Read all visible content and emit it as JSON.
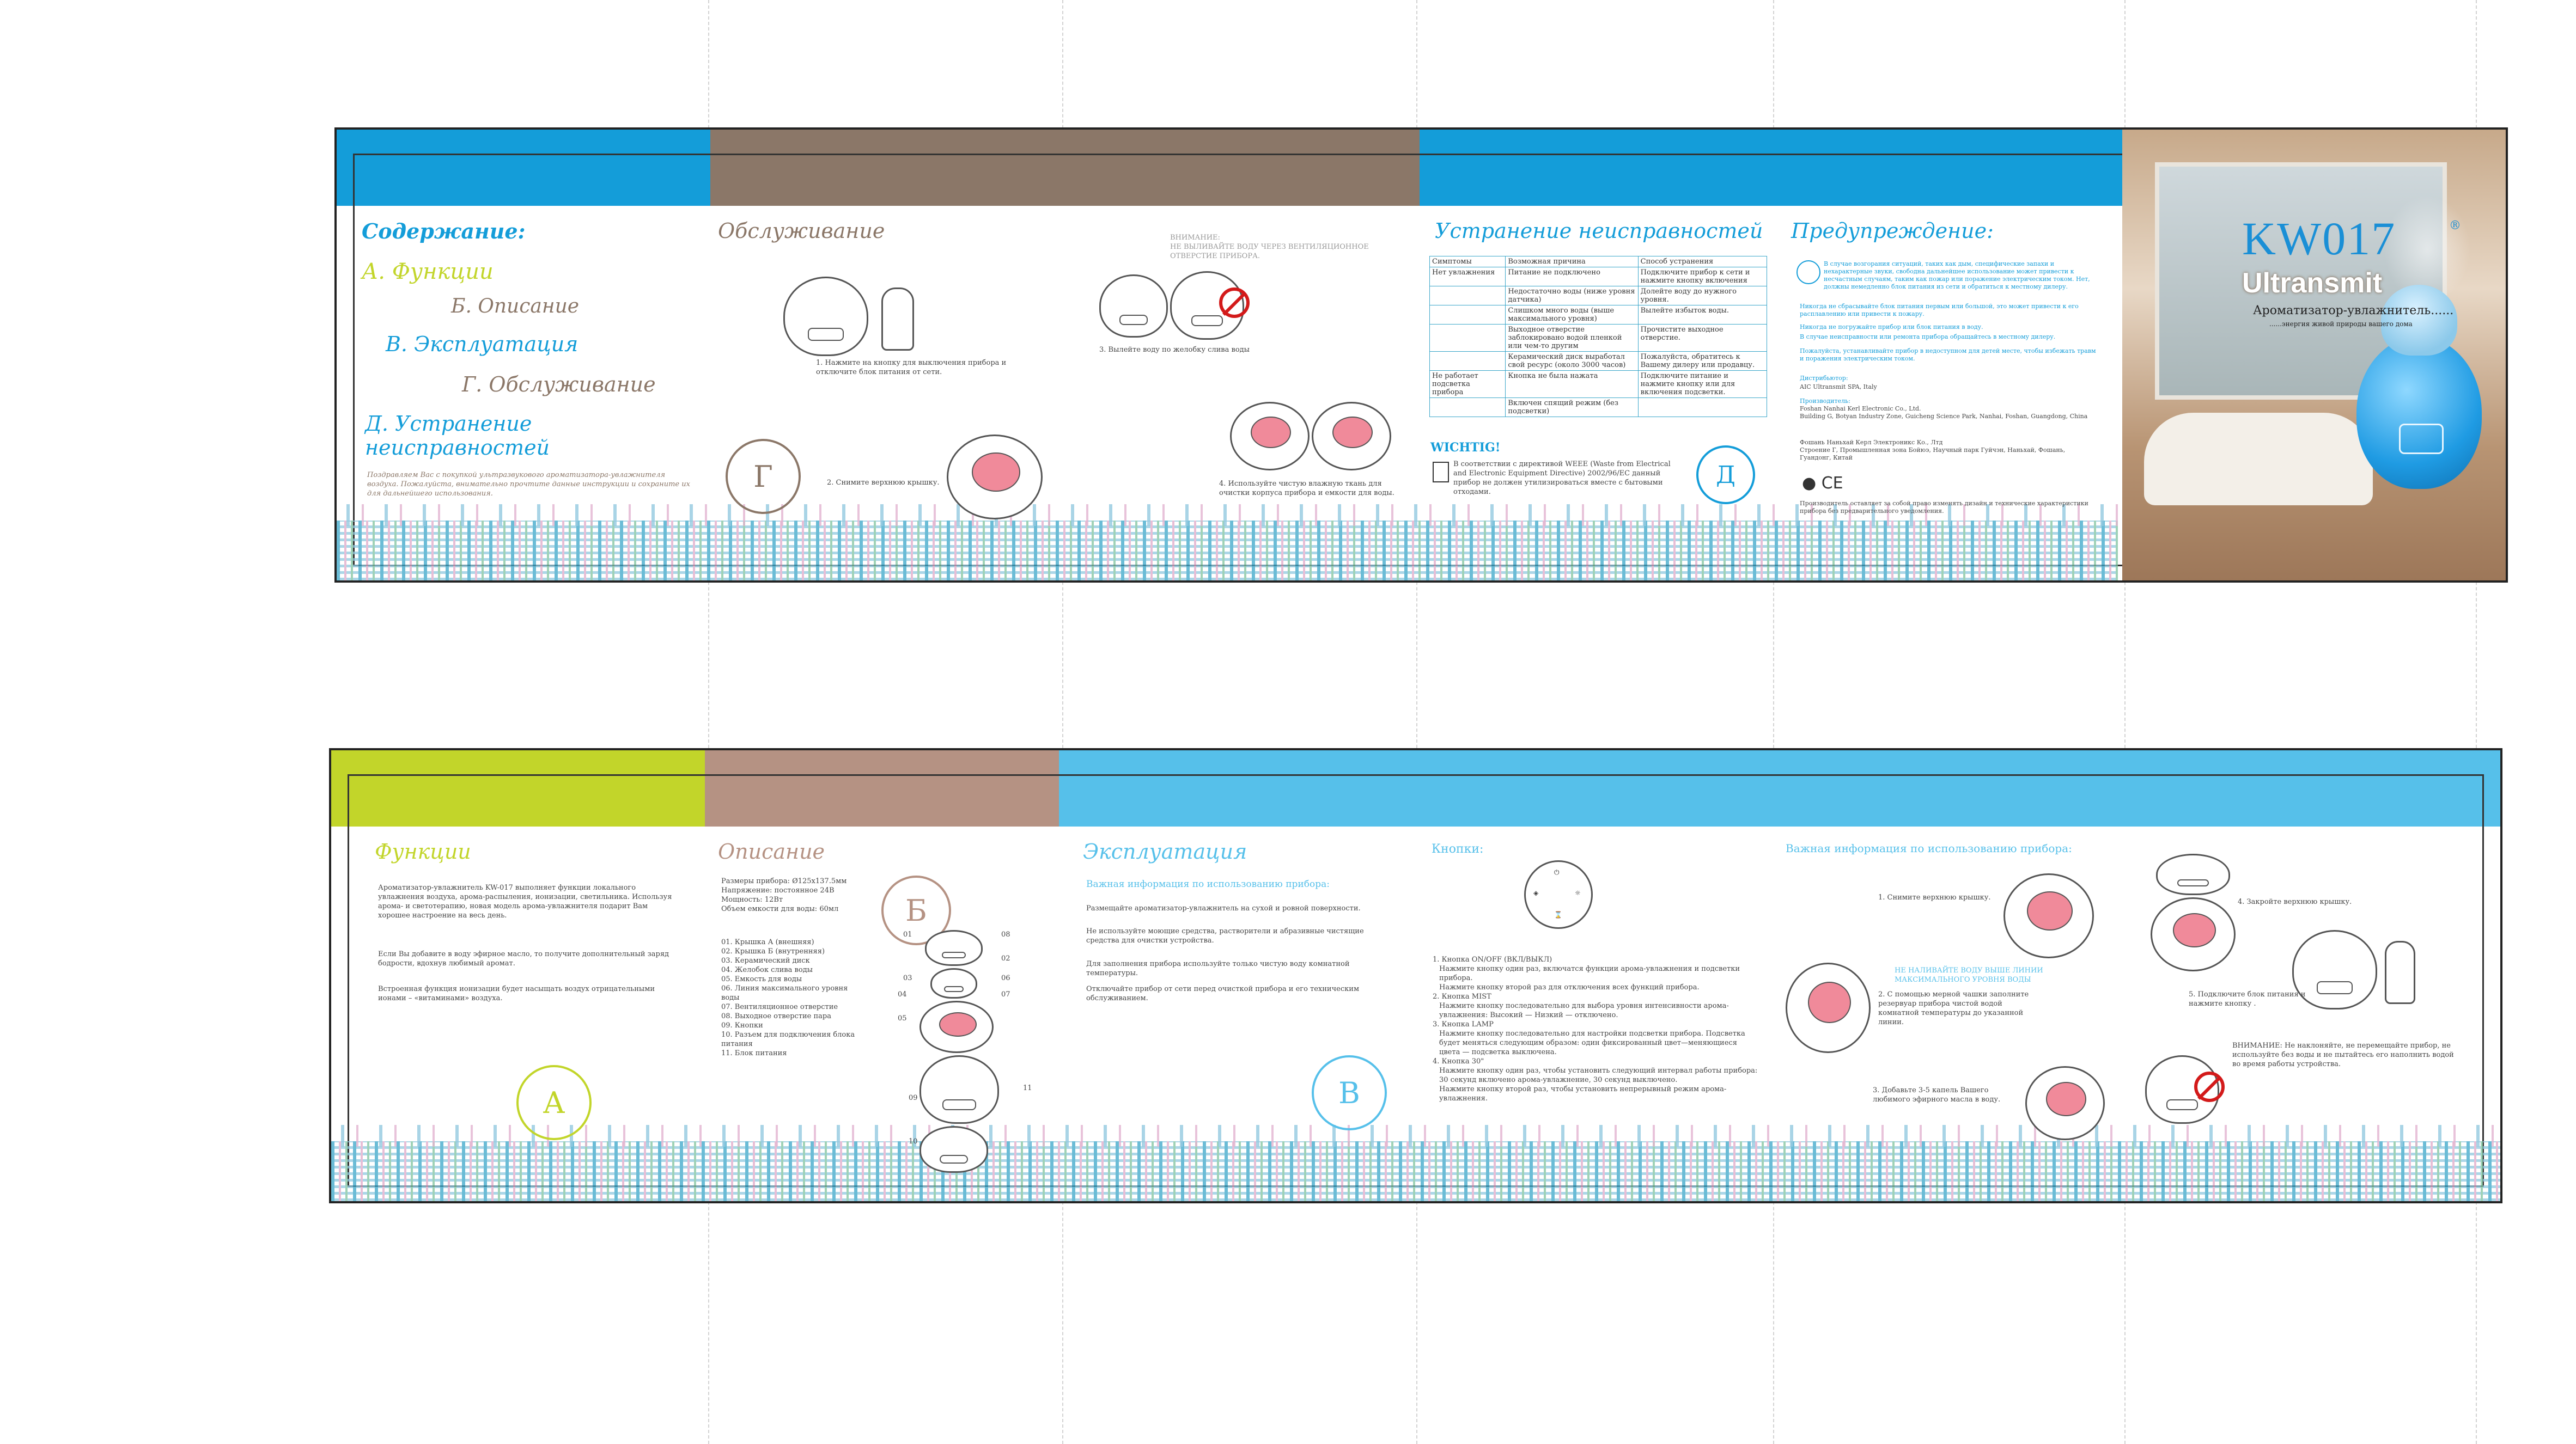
{
  "colors": {
    "blue": "#149dd9",
    "taupe": "#8b7768",
    "lime": "#c2d52a",
    "rose": "#b59283",
    "sky": "#56c0ea",
    "magenta_title": "#c8408e"
  },
  "cover": {
    "model": "KW017",
    "brand": "Ultransmit",
    "reg": "®",
    "subtitle": "Ароматизатор-увлажнитель......",
    "tagline": "......энергия живой природы вашего дома"
  },
  "contents": {
    "title": "Содержание:",
    "items": [
      "А. Функции",
      "Б. Описание",
      "В. Эксплуатация",
      "Г. Обслуживание",
      "Д. Устранение неисправностей"
    ],
    "intro": "Поздравляем Вас с покупкой ультразвукового ароматизатора-увлажнителя воздуха. Пожалуйста, внимательно прочтите данные инструкции и сохраните их для дальнейшего использования."
  },
  "service": {
    "title": "Обслуживание",
    "badge": "Г",
    "step1": "1. Нажмите на кнопку      для выключения прибора и отключите блок питания от сети.",
    "step2": "2. Снимите верхнюю крышку.",
    "warning": "ВНИМАНИЕ:\nНЕ ВЫЛИВАЙТЕ ВОДУ ЧЕРЕЗ ВЕНТИЛЯЦИОННОЕ ОТВЕРСТИЕ ПРИБОРА.",
    "step3": "3. Вылейте воду по желобку слива воды",
    "step4": "4. Используйте чистую влажную ткань для очистки корпуса прибора и емкости для воды."
  },
  "trouble": {
    "title": "Устранение неисправностей",
    "badge": "Д",
    "headers": [
      "Симптомы",
      "Возможная причина",
      "Способ устранения"
    ],
    "rows": [
      [
        "Нет увлажнения",
        "Питание не подключено",
        "Подключите прибор к сети и нажмите кнопку включения"
      ],
      [
        "",
        "Недостаточно воды (ниже уровня датчика)",
        "Долейте воду до нужного уровня."
      ],
      [
        "",
        "Слишком много воды (выше максимального уровня)",
        "Вылейте избыток воды."
      ],
      [
        "",
        "Выходное отверстие заблокировано водой пленкой или чем-то другим",
        "Прочистите выходное отверстие."
      ],
      [
        "",
        "Керамический диск выработал свой ресурс (около 3000 часов)",
        "Пожалуйста, обратитесь к Вашему дилеру или продавцу."
      ],
      [
        "Не работает подсветка прибора",
        "Кнопка      не была нажата",
        "Подключите питание и нажмите кнопку      или      для включения подсветки."
      ],
      [
        "",
        "Включен спящий режим (без подсветки)",
        ""
      ]
    ],
    "wichtig": "WICHTIG!",
    "weee": "В соответствии с директивой WEEE (Waste from Electrical and Electronic Equipment Directive) 2002/96/EC данный прибор не должен утилизироваться вместе с бытовыми отходами."
  },
  "warnings": {
    "title": "Предупреждение:",
    "p1": "В случае возгорания ситуаций, таких как дым, специфические запахи и нехарактерные звуки, свободна дальнейшее использование может привести к несчастным случаям, таким как пожар или поражение электрическим током. Нет, должны немедленно блок питания из сети и обратиться к местному дилеру.",
    "p2": "Никогда не сбрасывайте блок питания первым или большой, это может привести к его расплавлению или привести к пожару.",
    "p3": "Никогда не погружайте прибор или блок питания в воду.",
    "p4": "В случае неисправности или ремонта прибора обращайтесь в местному дилеру.",
    "p5": "Пожалуйста, устанавливайте прибор в недоступном для детей месте, чтобы избежать травм и поражения электрическим током.",
    "dist_label": "Дистрибьютор:",
    "dist": "AIC Ultransmit SPA, Italy",
    "maker_label": "Производитель:",
    "maker": "Foshan Nanhai Kerl Electronic Co., Ltd.\nBuilding G, Botyan Industry Zone, Guicheng Science Park, Nanhai, Foshan, Guangdong, China",
    "maker_ru": "Фошань Наньхай Керл Электроникс Ко., Лтд\nСтроение Г, Промышленная зона Бойюэ, Научный парк Гуйчэн, Наньхай, Фошань, Гуандонг, Китай",
    "footer": "Производитель оставляет за собой право изменять дизайн и технические характеристики прибора без предварительного уведомления."
  },
  "functions": {
    "title": "Функции",
    "badge": "А",
    "p1": "Ароматизатор-увлажнитель KW-017 выполняет функции локального увлажнения воздуха, арома-распыления, ионизации, светильника. Используя арома- и светотерапию, новая модель арома-увлажнителя подарит Вам хорошее настроение на весь день.",
    "p2": "Если Вы добавите в воду эфирное масло, то получите дополнительный заряд бодрости, вдохнув любимый аромат.",
    "p3": "Встроенная функция ионизации будет насыщать воздух отрицательными ионами – «витаминами» воздуха."
  },
  "description": {
    "title": "Описание",
    "badge": "Б",
    "specs": [
      "Размеры прибора: Ø125x137.5мм",
      "Напряжение: постоянное 24В",
      "Мощность: 12Вт",
      "Объем емкости для воды: 60мл"
    ],
    "parts": [
      "01. Крышка А (внешняя)",
      "02. Крышка Б (внутренняя)",
      "03. Керамический диск",
      "04. Желобок слива воды",
      "05. Емкость для воды",
      "06. Линия максимального уровня воды",
      "07. Вентиляционное отверстие",
      "08. Выходное отверстие пара",
      "09. Кнопки",
      "10. Разъем для подключения блока питания",
      "11. Блок питания"
    ],
    "callouts": [
      "01",
      "02",
      "03",
      "04",
      "05",
      "06",
      "07",
      "08",
      "09",
      "10",
      "11"
    ]
  },
  "operation": {
    "title": "Эксплуатация",
    "badge": "В",
    "subtitle": "Важная информация по использованию прибора:",
    "p1": "Размещайте ароматизатор-увлажнитель на сухой и ровной поверхности.",
    "p2": "Не используйте моющие средства, растворители и абразивные чистящие средства для очистки устройства.",
    "p3": "Для заполнения прибора используйте только чистую воду комнатной температуры.",
    "p4": "Отключайте прибор от сети перед очисткой прибора и его техническим обслуживанием."
  },
  "buttons": {
    "title": "Кнопки:",
    "b1_head": "1. Кнопка ON/OFF (ВКЛ/ВЫКЛ)",
    "b1_a": "Нажмите кнопку      один раз, включатся функции арома-увлажнения и подсветки прибора.",
    "b1_b": "Нажмите кнопку      второй раз для отключения всех функций прибора.",
    "b2_head": "2. Кнопка MIST",
    "b2_a": "Нажмите кнопку      последовательно для выбора уровня интенсивности арома-увлажнения: Высокий — Низкий — отключено.",
    "b3_head": "3. Кнопка LAMP",
    "b3_a": "Нажмите кнопку      последовательно для настройки подсветки прибора. Подсветка будет меняться следующим образом: один фиксированный цвет—меняющиеся цвета — подсветка выключена.",
    "b4_head": "4. Кнопка 30\"",
    "b4_a": "Нажмите кнопку      один раз, чтобы установить следующий интервал работы прибора: 30 секунд включено арома-увлажнение, 30 секунд выключено.",
    "b4_b": "Нажмите кнопку      второй раз, чтобы установить непрерывный режим арома-увлажнения."
  },
  "usage": {
    "title": "Важная информация по использованию прибора:",
    "s1": "1. Снимите верхнюю крышку.",
    "max_warn": "НЕ НАЛИВАЙТЕ ВОДУ ВЫШЕ ЛИНИИ МАКСИМАЛЬНОГО УРОВНЯ ВОДЫ",
    "s2": "2. С помощью мерной чашки заполните резервуар прибора чистой водой комнатной температуры до указанной линии.",
    "s3": "3. Добавьте 3-5 капель Вашего любимого эфирного масла в воду.",
    "s4": "4. Закройте верхнюю крышку.",
    "s5": "5. Подключите блок питания и нажмите кнопку      .",
    "final_warn": "ВНИМАНИЕ: Не наклоняйте, не перемещайте прибор, не используйте без воды и не пытайтесь его наполнить водой во время работы устройства."
  }
}
